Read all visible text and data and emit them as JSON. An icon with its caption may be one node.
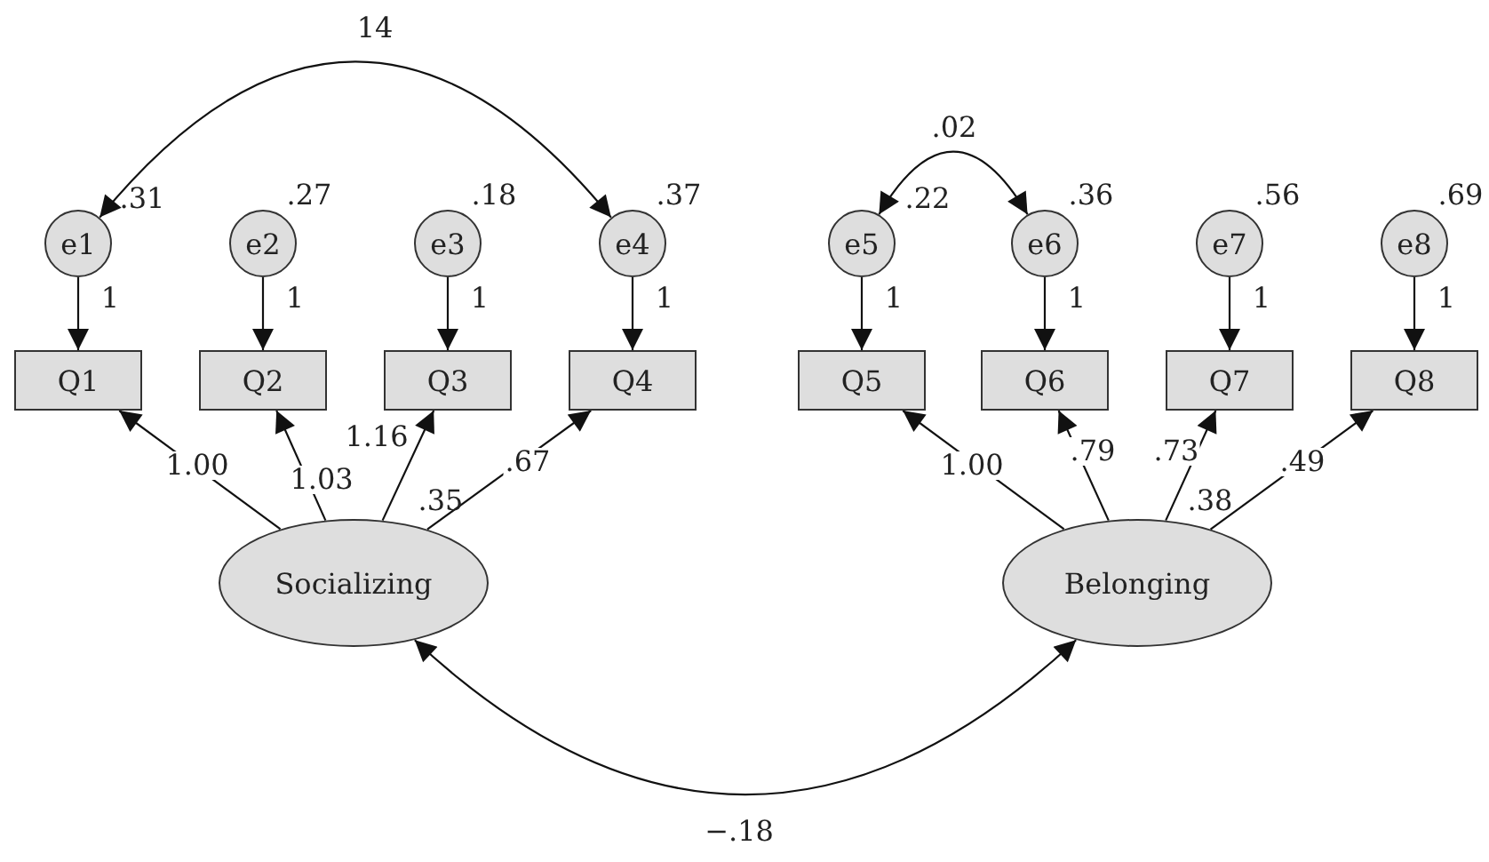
{
  "diagram": {
    "nodes": [
      {
        "text": [
          "e1"
        ],
        "beside": [
          ".31"
        ]
      },
      {
        "text": [
          "e2"
        ],
        "beside": [
          ".27"
        ]
      },
      {
        "text": [
          "e3"
        ],
        "beside": [
          ".18"
        ]
      },
      {
        "text": [
          "e4"
        ],
        "beside": [
          ".37"
        ]
      },
      {
        "text": [
          "e5"
        ],
        "beside": [
          ".22"
        ]
      },
      {
        "text": [
          "e6"
        ],
        "beside": [
          ".36"
        ]
      },
      {
        "text": [
          "e7"
        ],
        "beside": [
          ".56"
        ]
      },
      {
        "text": [
          "e8"
        ],
        "beside": [
          ".69"
        ]
      },
      {
        "text": [
          "Q1"
        ]
      },
      {
        "text": [
          "Q2"
        ]
      },
      {
        "text": [
          "Q3"
        ]
      },
      {
        "text": [
          "Q4"
        ]
      },
      {
        "text": [
          "Q5"
        ]
      },
      {
        "text": [
          "Q6"
        ]
      },
      {
        "text": [
          "Q7"
        ]
      },
      {
        "text": [
          "Q8"
        ]
      },
      {
        "text": [
          "Socializing"
        ],
        "beside": [
          ".35"
        ]
      },
      {
        "text": [
          "Belonging"
        ],
        "beside": [
          ".38"
        ]
      }
    ],
    "edges": [
      {
        "from": 0,
        "to": 8,
        "arrow": "to",
        "label": "1"
      },
      {
        "from": 1,
        "to": 9,
        "arrow": "to",
        "label": "1"
      },
      {
        "from": 2,
        "to": 10,
        "arrow": "to",
        "label": "1"
      },
      {
        "from": 3,
        "to": 11,
        "arrow": "to",
        "label": "1"
      },
      {
        "from": 4,
        "to": 12,
        "arrow": "to",
        "label": "1"
      },
      {
        "from": 5,
        "to": 13,
        "arrow": "to",
        "label": "1"
      },
      {
        "from": 6,
        "to": 14,
        "arrow": "to",
        "label": "1"
      },
      {
        "from": 7,
        "to": 15,
        "arrow": "to",
        "label": "1"
      },
      {
        "from": 16,
        "to": 8,
        "arrow": "to",
        "label": "1.00"
      },
      {
        "from": 16,
        "to": 9,
        "arrow": "to",
        "label": "1.03"
      },
      {
        "from": 16,
        "to": 10,
        "arrow": "to",
        "label": "1.16"
      },
      {
        "from": 16,
        "to": 11,
        "arrow": "to",
        "label": ".67"
      },
      {
        "from": 17,
        "to": 12,
        "arrow": "to",
        "label": "1.00"
      },
      {
        "from": 17,
        "to": 13,
        "arrow": "to",
        "label": ".79"
      },
      {
        "from": 17,
        "to": 14,
        "arrow": "to",
        "label": ".73"
      },
      {
        "from": 17,
        "to": 15,
        "arrow": "to",
        "label": ".49"
      },
      {
        "from": 0,
        "to": 3,
        "arrow": "both",
        "label": "14"
      },
      {
        "from": 4,
        "to": 5,
        "arrow": "both",
        "label": ".02"
      },
      {
        "from": 16,
        "to": 17,
        "arrow": "both",
        "label": "−.18"
      }
    ]
  }
}
